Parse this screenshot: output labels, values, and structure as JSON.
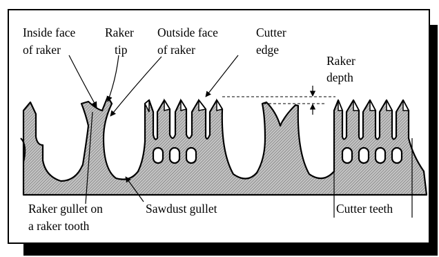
{
  "labels": {
    "inside_face": [
      "Inside face",
      "of raker"
    ],
    "raker_tip": [
      "Raker",
      "tip"
    ],
    "outside_face": [
      "Outside face",
      "of raker"
    ],
    "cutter_edge": [
      "Cutter",
      "edge"
    ],
    "raker_depth": [
      "Raker",
      "depth"
    ],
    "raker_gullet": [
      "Raker gullet on",
      "a raker tooth"
    ],
    "sawdust_gullet": [
      "Sawdust gullet"
    ],
    "cutter_teeth": [
      "Cutter teeth"
    ]
  },
  "colors": {
    "blade": "#b8b8b8",
    "ink": "#000000",
    "frame_shadow": "#000000"
  }
}
